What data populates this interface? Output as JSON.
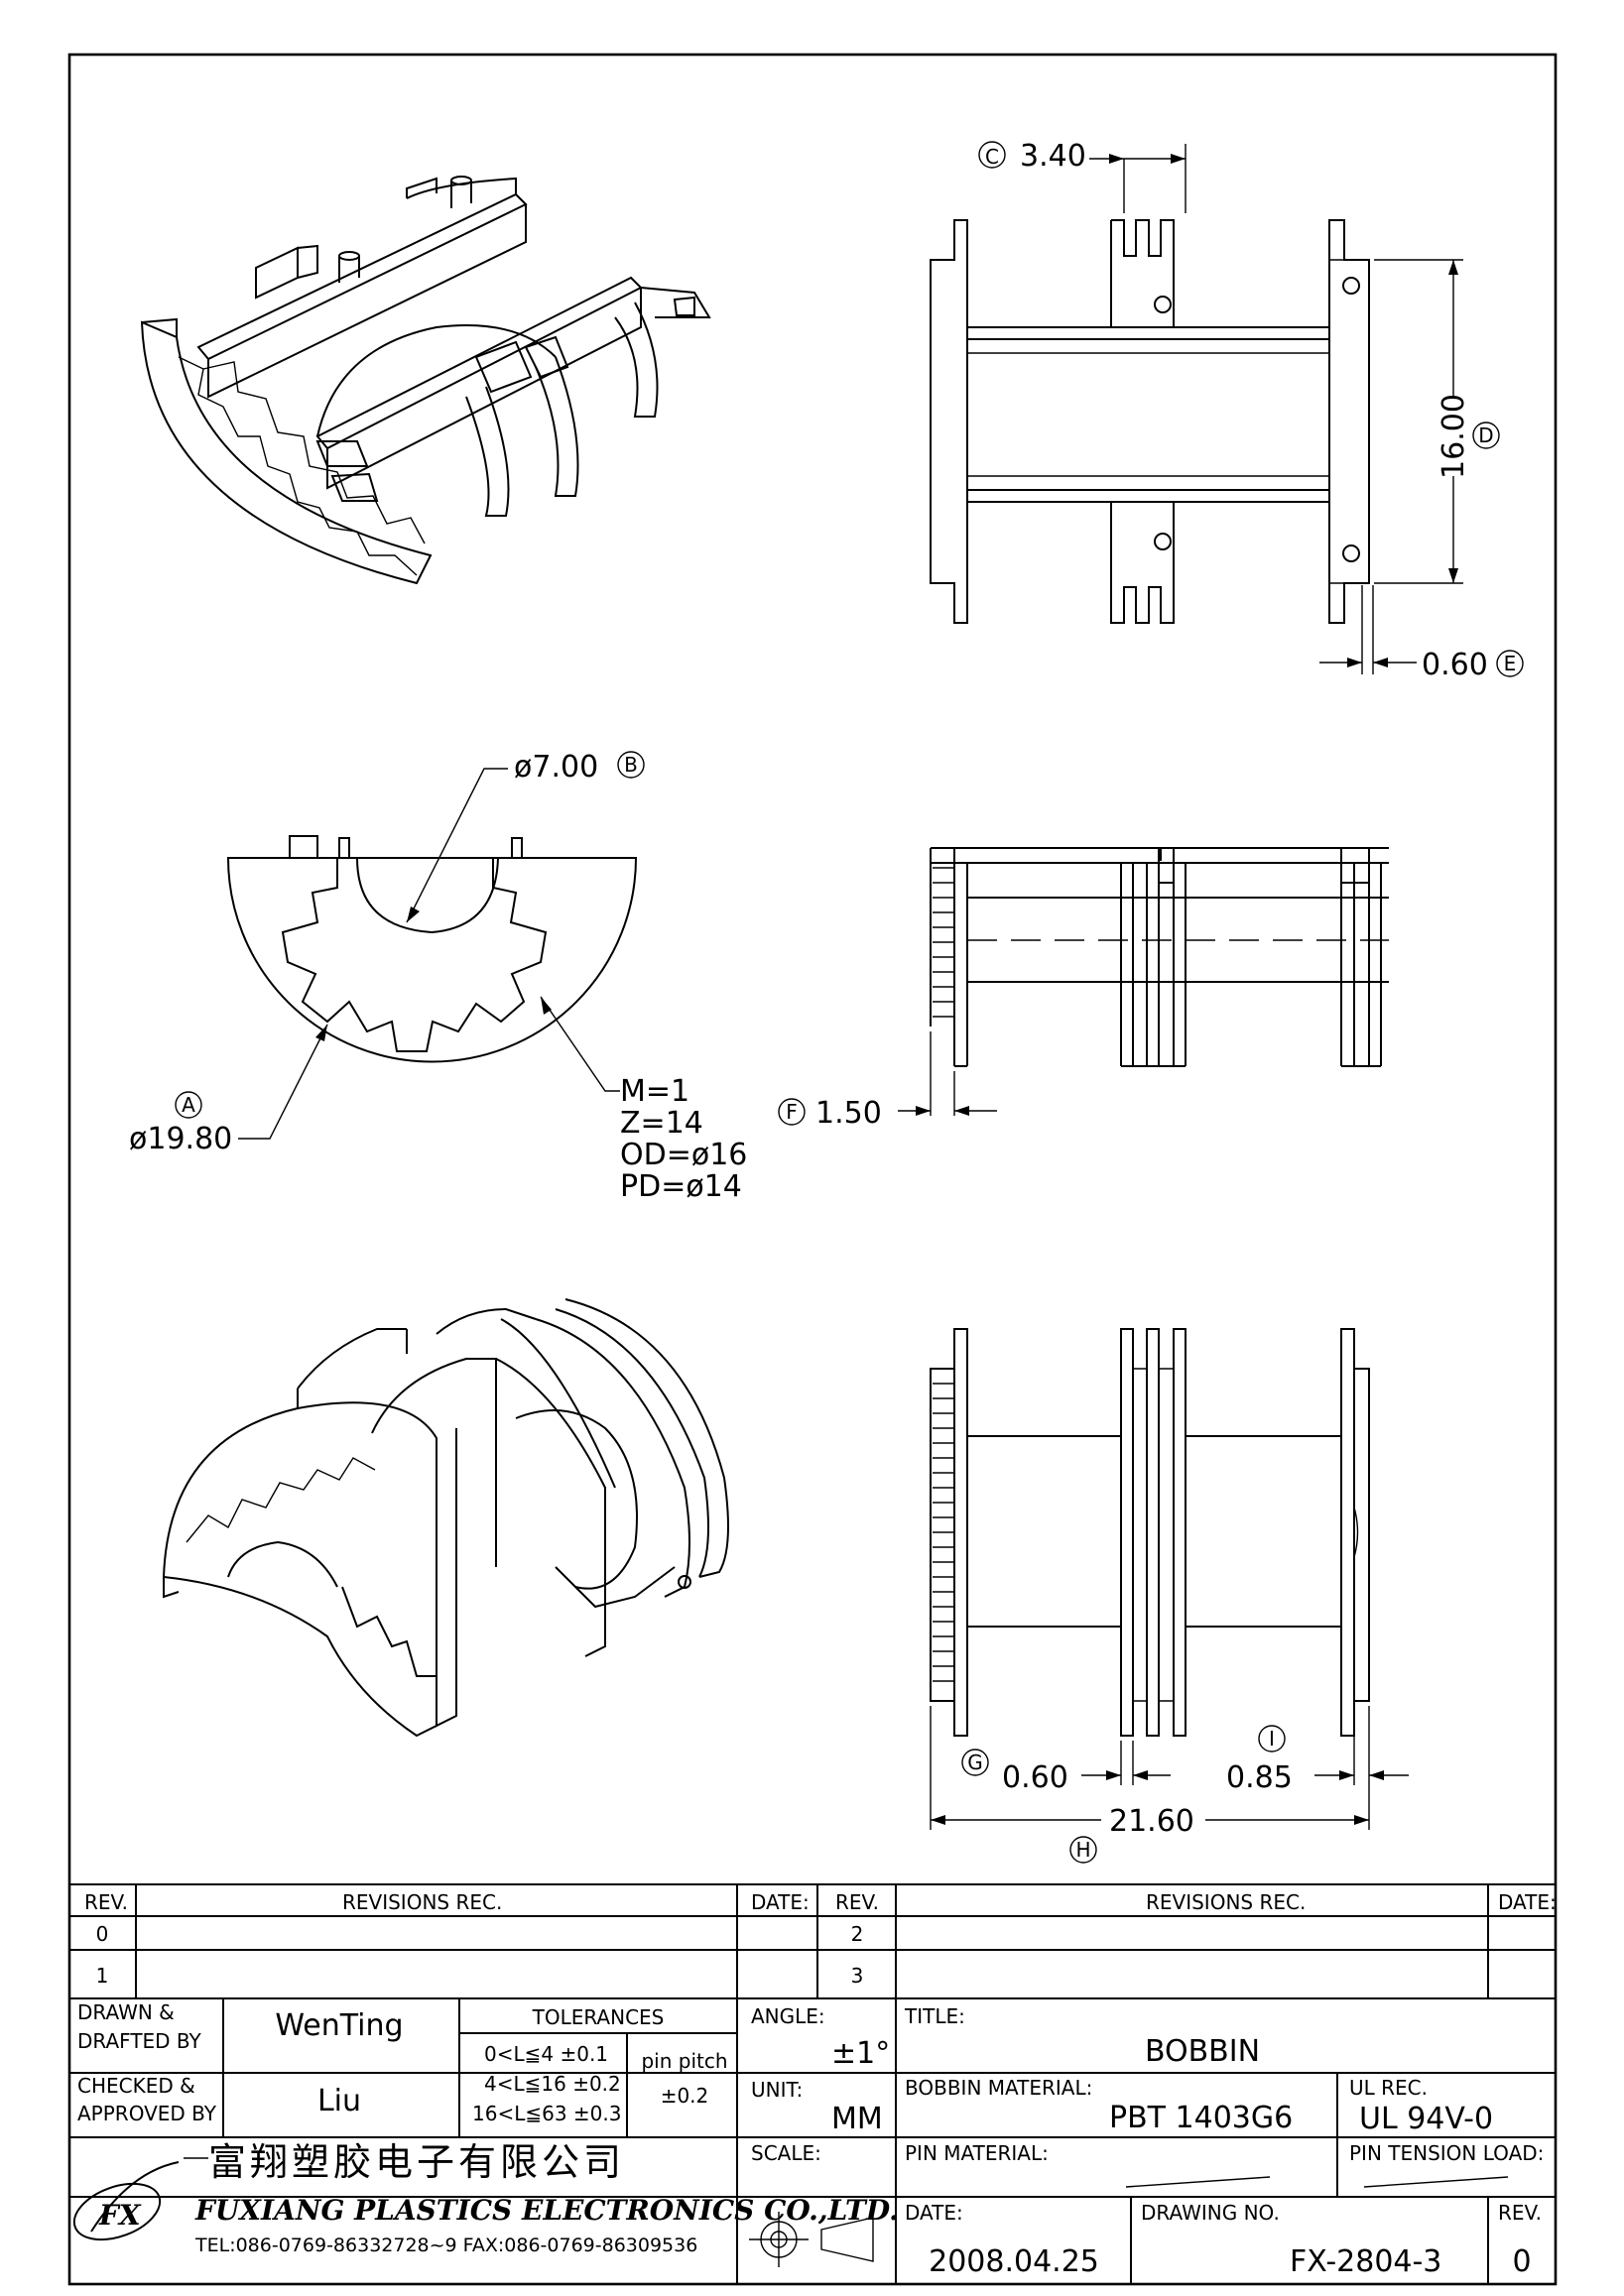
{
  "dimensions": {
    "c": {
      "marker": "C",
      "value": "3.40"
    },
    "d": {
      "marker": "D",
      "value": "16.00"
    },
    "e": {
      "marker": "E",
      "value": "0.60"
    },
    "b": {
      "marker": "B",
      "value": "ø7.00"
    },
    "a": {
      "marker": "A",
      "value": "ø19.80"
    },
    "f": {
      "marker": "F",
      "value": "1.50"
    },
    "g": {
      "marker": "G",
      "value": "0.60"
    },
    "i": {
      "marker": "I",
      "value": "0.85"
    },
    "h": {
      "marker": "H",
      "value": "21.60"
    }
  },
  "gear_spec": [
    "M=1",
    "Z=14",
    "OD=ø16",
    "PD=ø14"
  ],
  "title_block": {
    "rev_header": {
      "rev": "REV.",
      "revisions": "REVISIONS   REC.",
      "date": "DATE:"
    },
    "rev_rows_left": [
      "0",
      "1"
    ],
    "rev_rows_right": [
      "2",
      "3"
    ],
    "drawn_label_1": "DRAWN &",
    "drawn_label_2": "DRAFTED BY",
    "drawn_by": "WenTing",
    "checked_label_1": "CHECKED &",
    "checked_label_2": "APPROVED BY",
    "checked_by": "Liu",
    "tolerances_label": "TOLERANCES",
    "tolerance_rows": [
      "0<L≦4   ±0.1",
      "4<L≦16  ±0.2",
      "16<L≦63  ±0.3"
    ],
    "pin_pitch_label": "pin pitch",
    "pin_pitch_value": "±0.2",
    "angle_label": "ANGLE:",
    "angle_value": "±1°",
    "unit_label": "UNIT:",
    "unit_value": "MM",
    "scale_label": "SCALE:",
    "title_label": "TITLE:",
    "title_value": "BOBBIN",
    "bobbin_material_label": "BOBBIN MATERIAL:",
    "bobbin_material_value": "PBT 1403G6",
    "ul_rec_label": "UL REC.",
    "ul_rec_value": "UL 94V-0",
    "pin_material_label": "PIN MATERIAL:",
    "pin_tension_label": "PIN TENSION LOAD:",
    "date_label": "DATE:",
    "date_value": "2008.04.25",
    "drawing_no_label": "DRAWING NO.",
    "drawing_no_value": "FX-2804-3",
    "rev_label": "REV.",
    "rev_value": "0",
    "company_cn": "富翔塑胶电子有限公司",
    "company_en": "FUXIANG PLASTICS ELECTRONICS CO.,LTD.",
    "company_contact": "TEL:086-0769-86332728~9  FAX:086-0769-86309536",
    "logo_text": "FX"
  }
}
